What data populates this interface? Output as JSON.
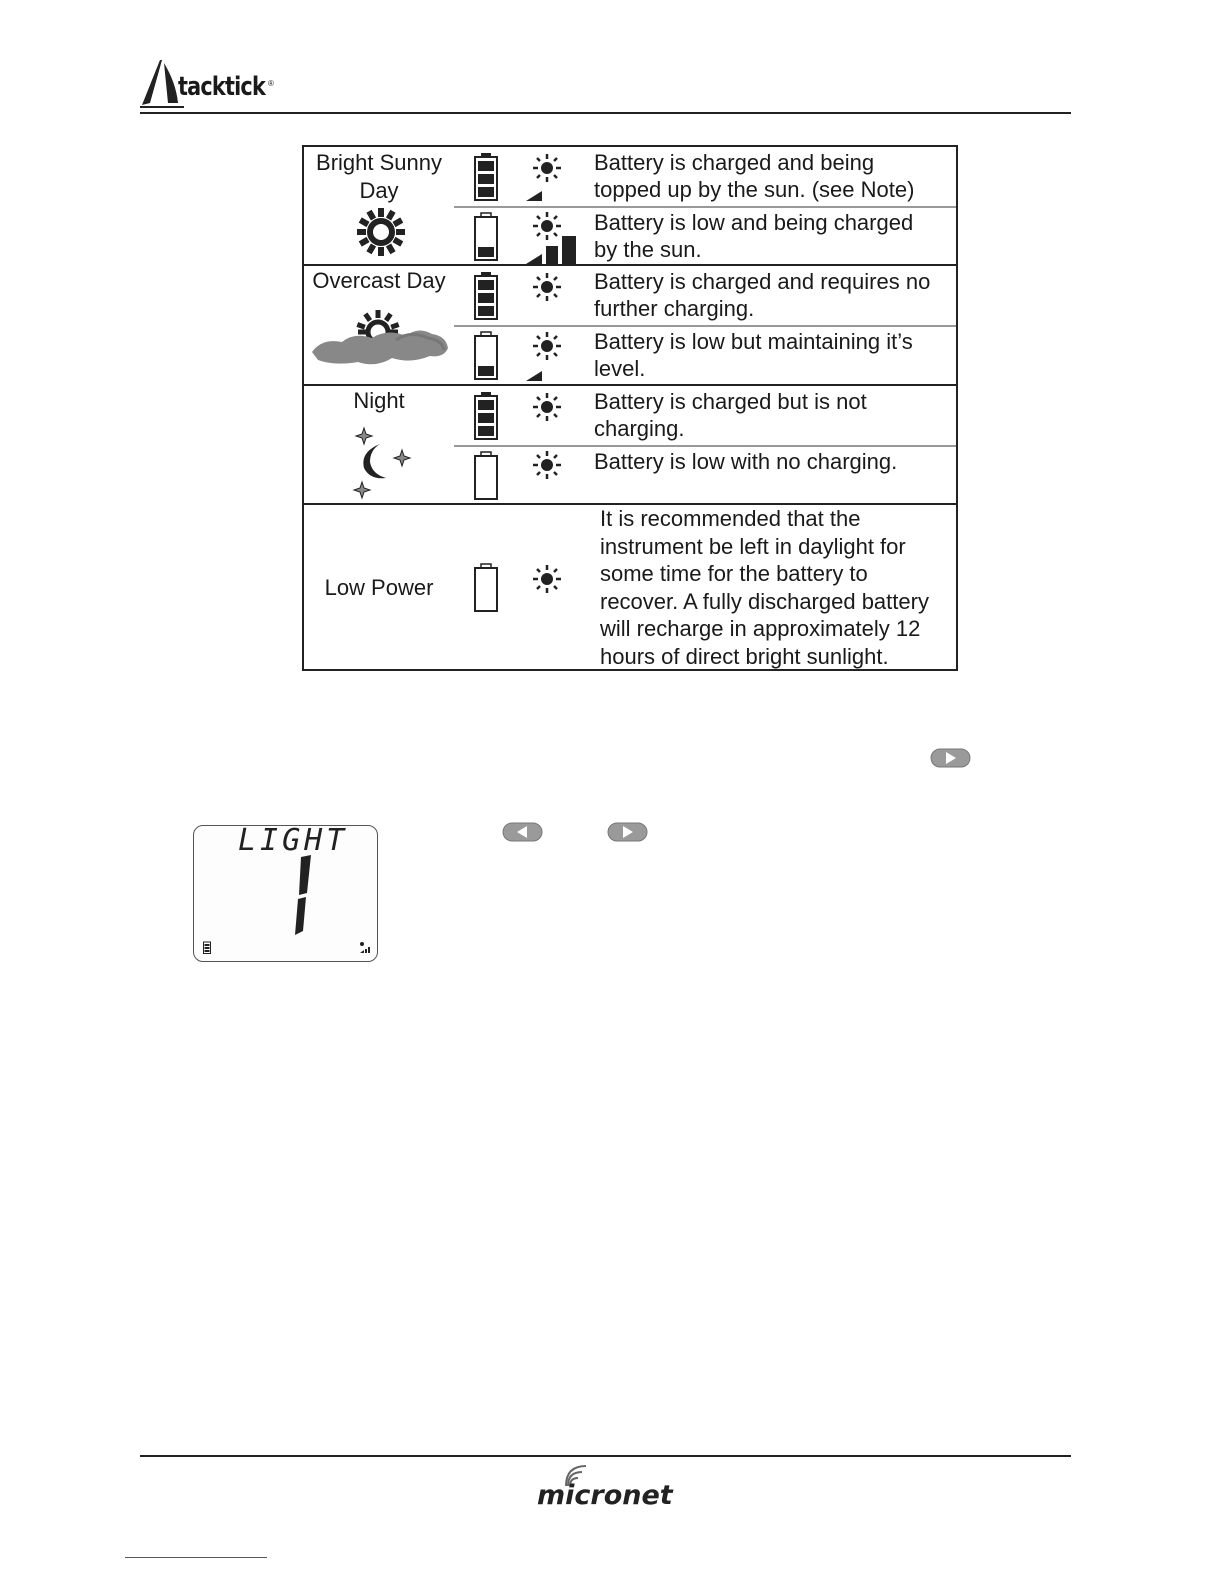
{
  "header": {
    "brand": "tacktick",
    "registered": "®"
  },
  "table": {
    "sections": [
      {
        "condition_lines": [
          "Bright Sunny",
          "Day"
        ],
        "condition_icon": "sun-icon",
        "rows": [
          {
            "battery": "full",
            "charge_bars": 1,
            "description": [
              "Battery is charged and being",
              "topped up by the sun. (see Note)"
            ]
          },
          {
            "battery": "low",
            "charge_bars": 3,
            "description": [
              "Battery is low and being charged",
              "by the sun."
            ]
          }
        ]
      },
      {
        "condition_lines": [
          "Overcast Day"
        ],
        "condition_icon": "cloud-sun-icon",
        "rows": [
          {
            "battery": "full",
            "charge_bars": 0,
            "description": [
              "Battery is charged and requires no",
              "further charging."
            ]
          },
          {
            "battery": "low",
            "charge_bars": 1,
            "description": [
              "Battery is low but maintaining it’s",
              "level."
            ]
          }
        ]
      },
      {
        "condition_lines": [
          "Night"
        ],
        "condition_icon": "moon-stars-icon",
        "rows": [
          {
            "battery": "full",
            "charge_bars": 0,
            "description": [
              "Battery is charged but is not",
              "charging."
            ]
          },
          {
            "battery": "empty",
            "charge_bars": 0,
            "description": [
              "Battery is low with no charging."
            ]
          }
        ]
      },
      {
        "condition_lines": [
          "Low Power"
        ],
        "condition_icon": "",
        "rows": [
          {
            "battery": "empty",
            "charge_bars": 0,
            "description": [
              "It is recommended that the",
              "instrument be left in daylight for",
              "some time for the battery to",
              "recover. A fully discharged battery",
              "will recharge in approximately 12",
              "hours of direct bright sunlight."
            ]
          }
        ]
      }
    ]
  },
  "lcd": {
    "label": "LIGHT",
    "value": "1"
  },
  "footer": {
    "brand": "micronet"
  },
  "colors": {
    "ink": "#1a1a1a",
    "button_grey": "#9a9a9a"
  }
}
